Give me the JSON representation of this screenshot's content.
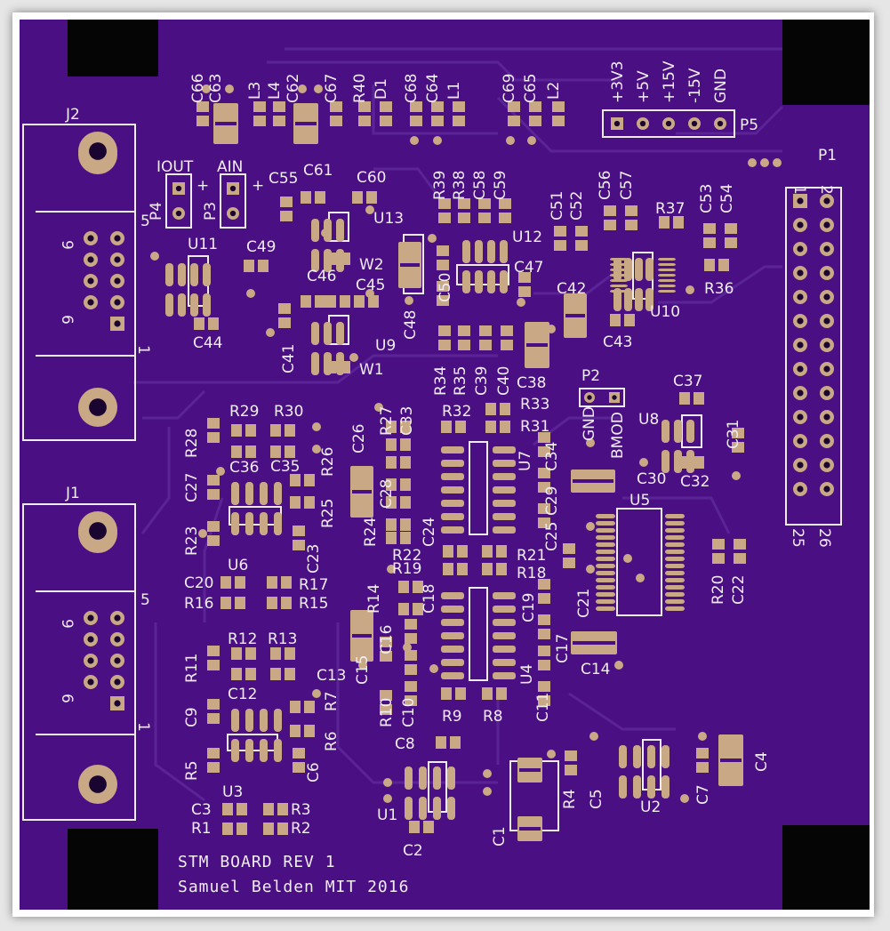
{
  "board": {
    "title_line1": "STM BOARD REV 1",
    "title_line2": "Samuel Belden MIT 2016"
  },
  "colors": {
    "board": "#4a0f82",
    "trace": "#5a2496",
    "pad": "#c9a885",
    "silk": "#f0ecf4",
    "corner": "#050505"
  },
  "connectors": {
    "j2": "J2",
    "j1": "J1",
    "pin_5": "5",
    "pin_9": "9",
    "pin_6": "6",
    "pin_1": "1",
    "p1": "P1",
    "p1_pin1": "1",
    "p1_pin2": "2",
    "p1_pin25": "25",
    "p1_pin26": "26",
    "p2": "P2",
    "p2_gnd": "GND",
    "p2_bmod": "BMOD",
    "p3": "P3",
    "p4": "P4",
    "iout": "IOUT",
    "ain": "AIN",
    "plus": "+",
    "p5": "P5",
    "p5_pins": [
      "+3V3",
      "+5V",
      "+15V",
      "-15V",
      "GND"
    ]
  },
  "labels": [
    {
      "id": "c66",
      "t": "C66"
    },
    {
      "id": "c63",
      "t": "C63"
    },
    {
      "id": "l3",
      "t": "L3"
    },
    {
      "id": "l4",
      "t": "L4"
    },
    {
      "id": "c62",
      "t": "C62"
    },
    {
      "id": "c67",
      "t": "C67"
    },
    {
      "id": "r40",
      "t": "R40"
    },
    {
      "id": "d1",
      "t": "D1"
    },
    {
      "id": "c68",
      "t": "C68"
    },
    {
      "id": "c64",
      "t": "C64"
    },
    {
      "id": "l1",
      "t": "L1"
    },
    {
      "id": "c69",
      "t": "C69"
    },
    {
      "id": "c65",
      "t": "C65"
    },
    {
      "id": "l2",
      "t": "L2"
    },
    {
      "id": "u11",
      "t": "U11"
    },
    {
      "id": "c49",
      "t": "C49"
    },
    {
      "id": "c55",
      "t": "C55"
    },
    {
      "id": "c61",
      "t": "C61"
    },
    {
      "id": "c60",
      "t": "C60"
    },
    {
      "id": "u13",
      "t": "U13"
    },
    {
      "id": "w2",
      "t": "W2"
    },
    {
      "id": "c46",
      "t": "C46"
    },
    {
      "id": "c45",
      "t": "C45"
    },
    {
      "id": "c44",
      "t": "C44"
    },
    {
      "id": "c41",
      "t": "C41"
    },
    {
      "id": "u9",
      "t": "U9"
    },
    {
      "id": "w1",
      "t": "W1"
    },
    {
      "id": "c48",
      "t": "C48"
    },
    {
      "id": "c50",
      "t": "C50"
    },
    {
      "id": "r39",
      "t": "R39"
    },
    {
      "id": "r38",
      "t": "R38"
    },
    {
      "id": "c58",
      "t": "C58"
    },
    {
      "id": "c59",
      "t": "C59"
    },
    {
      "id": "u12",
      "t": "U12"
    },
    {
      "id": "c47",
      "t": "C47"
    },
    {
      "id": "c51",
      "t": "C51"
    },
    {
      "id": "c52",
      "t": "C52"
    },
    {
      "id": "c56",
      "t": "C56"
    },
    {
      "id": "c57",
      "t": "C57"
    },
    {
      "id": "r37",
      "t": "R37"
    },
    {
      "id": "c53",
      "t": "C53"
    },
    {
      "id": "c54",
      "t": "C54"
    },
    {
      "id": "r36",
      "t": "R36"
    },
    {
      "id": "c42",
      "t": "C42"
    },
    {
      "id": "c43",
      "t": "C43"
    },
    {
      "id": "u10",
      "t": "U10"
    },
    {
      "id": "c38",
      "t": "C38"
    },
    {
      "id": "r34",
      "t": "R34"
    },
    {
      "id": "r35",
      "t": "R35"
    },
    {
      "id": "c39",
      "t": "C39"
    },
    {
      "id": "c40",
      "t": "C40"
    },
    {
      "id": "r29",
      "t": "R29"
    },
    {
      "id": "r30",
      "t": "R30"
    },
    {
      "id": "r28",
      "t": "R28"
    },
    {
      "id": "c36",
      "t": "C36"
    },
    {
      "id": "c35",
      "t": "C35"
    },
    {
      "id": "r26",
      "t": "R26"
    },
    {
      "id": "c27",
      "t": "C27"
    },
    {
      "id": "r25",
      "t": "R25"
    },
    {
      "id": "c26",
      "t": "C26"
    },
    {
      "id": "r27",
      "t": "R27"
    },
    {
      "id": "c33",
      "t": "C33"
    },
    {
      "id": "c28",
      "t": "C28"
    },
    {
      "id": "r24",
      "t": "R24"
    },
    {
      "id": "c24",
      "t": "C24"
    },
    {
      "id": "r23",
      "t": "R23"
    },
    {
      "id": "u6",
      "t": "U6"
    },
    {
      "id": "c23",
      "t": "C23"
    },
    {
      "id": "r32",
      "t": "R32"
    },
    {
      "id": "r33",
      "t": "R33"
    },
    {
      "id": "r31",
      "t": "R31"
    },
    {
      "id": "u7",
      "t": "U7"
    },
    {
      "id": "c34",
      "t": "C34"
    },
    {
      "id": "c29",
      "t": "C29"
    },
    {
      "id": "c25",
      "t": "C25"
    },
    {
      "id": "c30",
      "t": "C30"
    },
    {
      "id": "u5",
      "t": "U5"
    },
    {
      "id": "u8",
      "t": "U8"
    },
    {
      "id": "c37",
      "t": "C37"
    },
    {
      "id": "c31",
      "t": "C31"
    },
    {
      "id": "c32",
      "t": "C32"
    },
    {
      "id": "r22",
      "t": "R22"
    },
    {
      "id": "r19",
      "t": "R19"
    },
    {
      "id": "r21",
      "t": "R21"
    },
    {
      "id": "r18",
      "t": "R18"
    },
    {
      "id": "r20",
      "t": "R20"
    },
    {
      "id": "c22",
      "t": "C22"
    },
    {
      "id": "c20",
      "t": "C20"
    },
    {
      "id": "r16",
      "t": "R16"
    },
    {
      "id": "r17",
      "t": "R17"
    },
    {
      "id": "r15",
      "t": "R15"
    },
    {
      "id": "r14",
      "t": "R14"
    },
    {
      "id": "c18",
      "t": "C18"
    },
    {
      "id": "c19",
      "t": "C19"
    },
    {
      "id": "c21",
      "t": "C21"
    },
    {
      "id": "c16",
      "t": "C16"
    },
    {
      "id": "c17",
      "t": "C17"
    },
    {
      "id": "c14",
      "t": "C14"
    },
    {
      "id": "u4",
      "t": "U4"
    },
    {
      "id": "c15",
      "t": "C15"
    },
    {
      "id": "r10",
      "t": "R10"
    },
    {
      "id": "c10",
      "t": "C10"
    },
    {
      "id": "r9",
      "t": "R9"
    },
    {
      "id": "r8",
      "t": "R8"
    },
    {
      "id": "c11",
      "t": "C11"
    },
    {
      "id": "r12",
      "t": "R12"
    },
    {
      "id": "r13",
      "t": "R13"
    },
    {
      "id": "r11",
      "t": "R11"
    },
    {
      "id": "c13",
      "t": "C13"
    },
    {
      "id": "c12",
      "t": "C12"
    },
    {
      "id": "r7",
      "t": "R7"
    },
    {
      "id": "c9",
      "t": "C9"
    },
    {
      "id": "r6",
      "t": "R6"
    },
    {
      "id": "r5",
      "t": "R5"
    },
    {
      "id": "c6",
      "t": "C6"
    },
    {
      "id": "u3",
      "t": "U3"
    },
    {
      "id": "c3",
      "t": "C3"
    },
    {
      "id": "r3",
      "t": "R3"
    },
    {
      "id": "r1",
      "t": "R1"
    },
    {
      "id": "r2",
      "t": "R2"
    },
    {
      "id": "c8",
      "t": "C8"
    },
    {
      "id": "u1",
      "t": "U1"
    },
    {
      "id": "c2",
      "t": "C2"
    },
    {
      "id": "c1",
      "t": "C1"
    },
    {
      "id": "r4",
      "t": "R4"
    },
    {
      "id": "c5",
      "t": "C5"
    },
    {
      "id": "u2",
      "t": "U2"
    },
    {
      "id": "c7",
      "t": "C7"
    },
    {
      "id": "c4",
      "t": "C4"
    }
  ]
}
